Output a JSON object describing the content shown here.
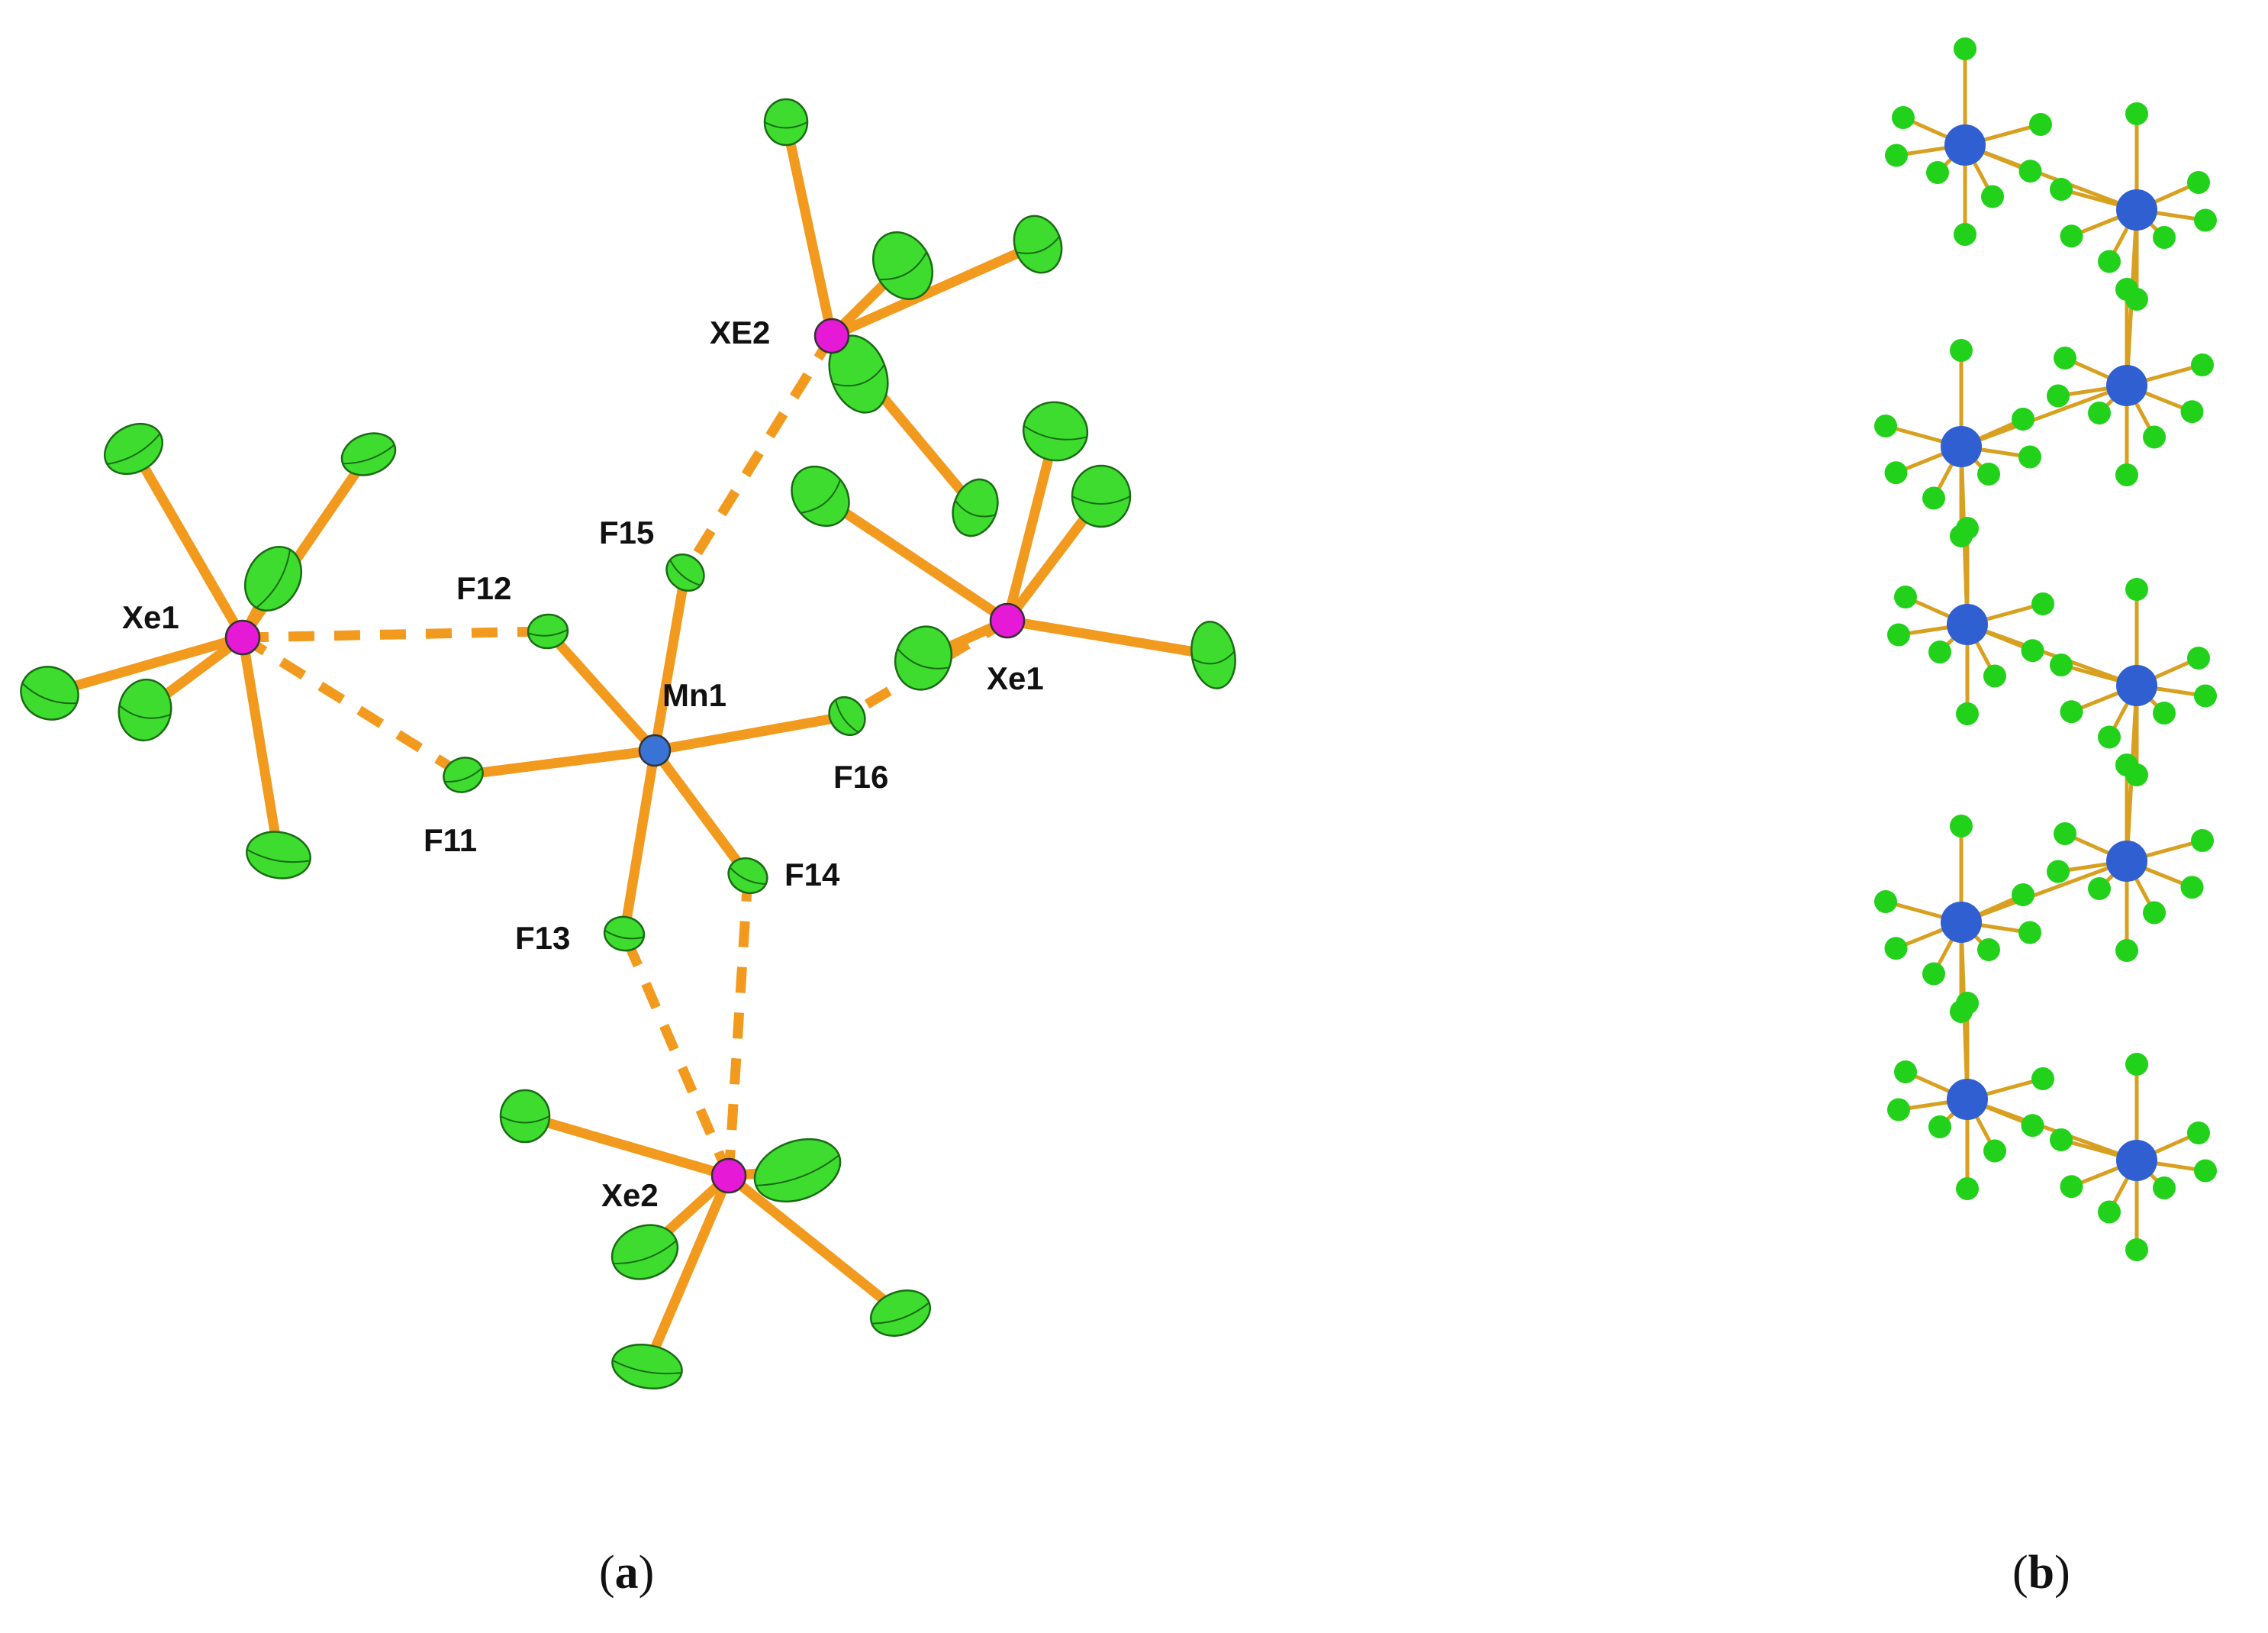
{
  "colors": {
    "bond": "#f29a1e",
    "fluorine": "#3ddc2f",
    "fluorine_outline": "#1a6b14",
    "xenon": "#e619d6",
    "manganese": "#3a73d6",
    "chain_metal": "#2f5fd0",
    "chain_fluorine": "#22d11a",
    "chain_bond": "#d8a020"
  },
  "panel_a": {
    "labels": {
      "xe1_left": "Xe1",
      "xe2_top": "XE2",
      "xe1_right": "Xe1",
      "xe2_bottom": "Xe2",
      "mn1": "Mn1",
      "f11": "F11",
      "f12": "F12",
      "f13": "F13",
      "f14": "F14",
      "f15": "F15",
      "f16": "F16"
    },
    "caption": {
      "open": "(",
      "letter": "a",
      "close": ")"
    }
  },
  "panel_b": {
    "caption": {
      "open": "(",
      "letter": "b",
      "close": ")"
    }
  }
}
